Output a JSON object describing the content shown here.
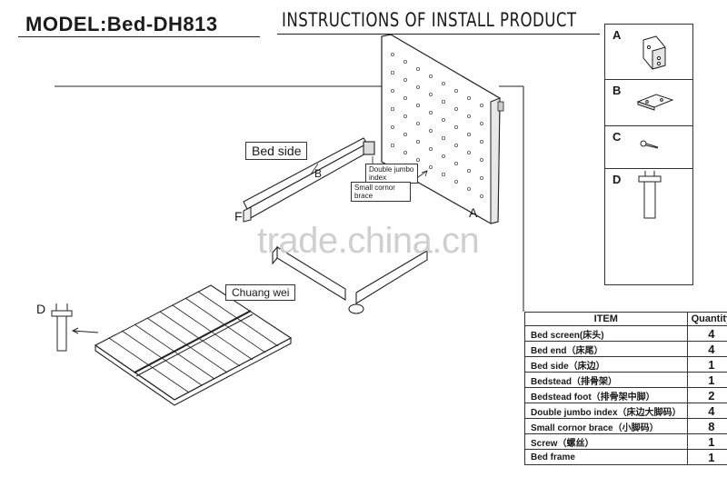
{
  "header": {
    "model": "MODEL:Bed-DH813",
    "title": "INSTRUCTIONS  OF INSTALL PRODUCT"
  },
  "callouts": {
    "bed_side": "Bed  side",
    "double_jumbo": "Double jumbo index",
    "small_brace": "Small cornor brace",
    "chuang_wei": "Chuang wei",
    "letter_a": "A",
    "letter_b": "B",
    "letter_f": "F",
    "letter_d": "D"
  },
  "parts": [
    {
      "letter": "A"
    },
    {
      "letter": "B"
    },
    {
      "letter": "C"
    },
    {
      "letter": "D"
    }
  ],
  "table": {
    "headers": [
      "ITEM",
      "Quantity"
    ],
    "rows": [
      {
        "item": "Bed screen(床头)",
        "qty": "4"
      },
      {
        "item": "Bed end（床尾）",
        "qty": "4"
      },
      {
        "item": "Bed side（床边）",
        "qty": "1"
      },
      {
        "item": "Bedstead（排骨架）",
        "qty": "1"
      },
      {
        "item": "Bedstead  foot（排骨架中脚）",
        "qty": "2"
      },
      {
        "item": "Double jumbo index（床边大脚码）",
        "qty": "4"
      },
      {
        "item": "Small cornor brace（小脚码）",
        "qty": "8"
      },
      {
        "item": "Screw（螺丝）",
        "qty": "1"
      },
      {
        "item": "Bed frame",
        "qty": "1"
      }
    ]
  },
  "watermark": "trade.china.cn"
}
